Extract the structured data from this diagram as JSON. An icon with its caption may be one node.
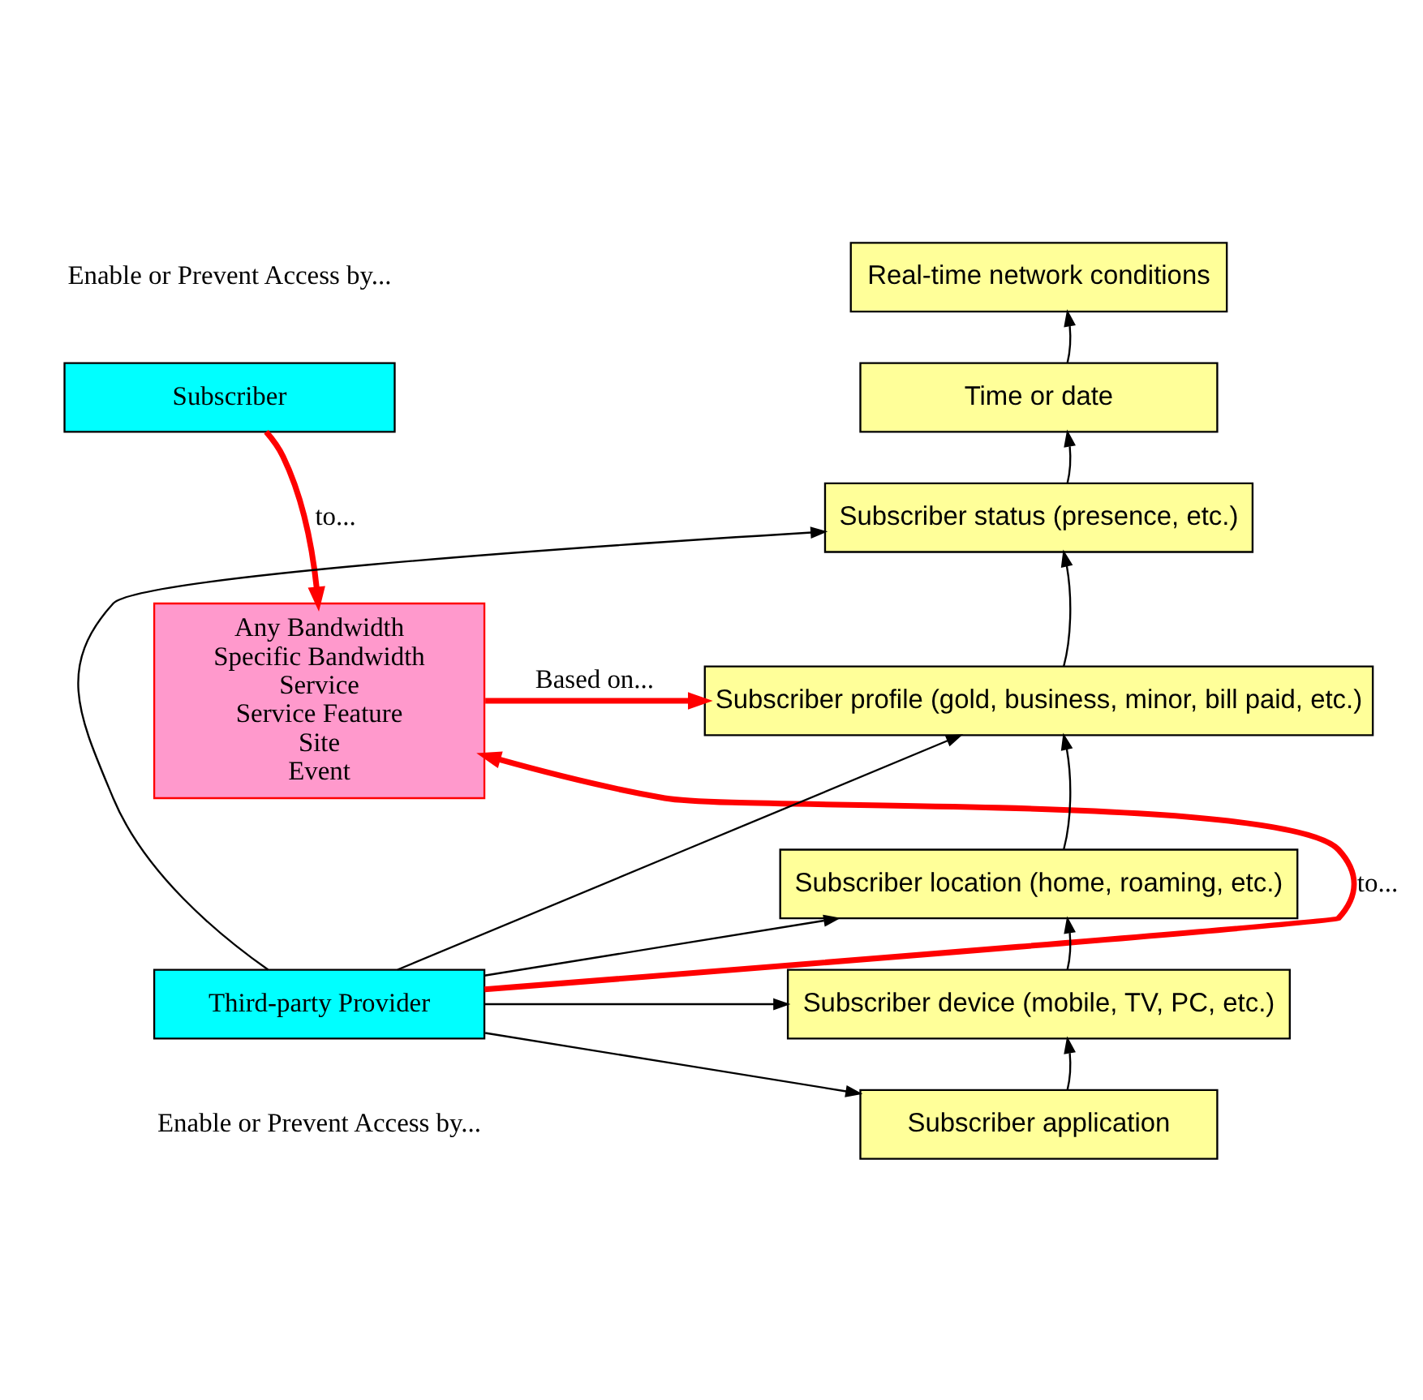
{
  "diagram": {
    "nodes": [
      {
        "text": [
          "Subscriber"
        ]
      },
      {
        "text": [
          "Any Bandwidth",
          "Specific Bandwidth",
          "Service",
          "Service Feature",
          "Site",
          "Event"
        ]
      },
      {
        "text": [
          "Third-party Provider"
        ]
      },
      {
        "text": [
          "Real-time network conditions"
        ]
      },
      {
        "text": [
          "Time or date"
        ]
      },
      {
        "text": [
          "Subscriber status (presence, etc.)"
        ]
      },
      {
        "text": [
          "Subscriber profile (gold, business, minor, bill paid, etc.)"
        ]
      },
      {
        "text": [
          "Subscriber location (home, roaming, etc.)"
        ]
      },
      {
        "text": [
          "Subscriber device (mobile, TV, PC, etc.)"
        ]
      },
      {
        "text": [
          "Subscriber application"
        ]
      }
    ],
    "edges": [
      {
        "from": 0,
        "to": 1,
        "arrow": "to",
        "label": "to...",
        "style": "thick",
        "color": "#ff0000"
      },
      {
        "from": 2,
        "to": 1,
        "arrow": "to",
        "label": "to...",
        "style": "thick",
        "color": "#ff0000"
      },
      {
        "from": 1,
        "to": 6,
        "arrow": "to",
        "label": "Based on...",
        "style": "thick",
        "color": "#ff0000"
      },
      {
        "from": 2,
        "to": 5,
        "arrow": "to"
      },
      {
        "from": 2,
        "to": 6,
        "arrow": "to"
      },
      {
        "from": 2,
        "to": 7,
        "arrow": "to"
      },
      {
        "from": 2,
        "to": 8,
        "arrow": "to"
      },
      {
        "from": 2,
        "to": 9,
        "arrow": "to"
      },
      {
        "from": 9,
        "to": 8,
        "arrow": "to"
      },
      {
        "from": 8,
        "to": 7,
        "arrow": "to"
      },
      {
        "from": 7,
        "to": 6,
        "arrow": "to"
      },
      {
        "from": 6,
        "to": 5,
        "arrow": "to"
      },
      {
        "from": 5,
        "to": 4,
        "arrow": "to"
      },
      {
        "from": 4,
        "to": 3,
        "arrow": "to"
      }
    ],
    "labels": [
      "Enable or Prevent Access by...",
      "Enable or Prevent Access by..."
    ]
  }
}
